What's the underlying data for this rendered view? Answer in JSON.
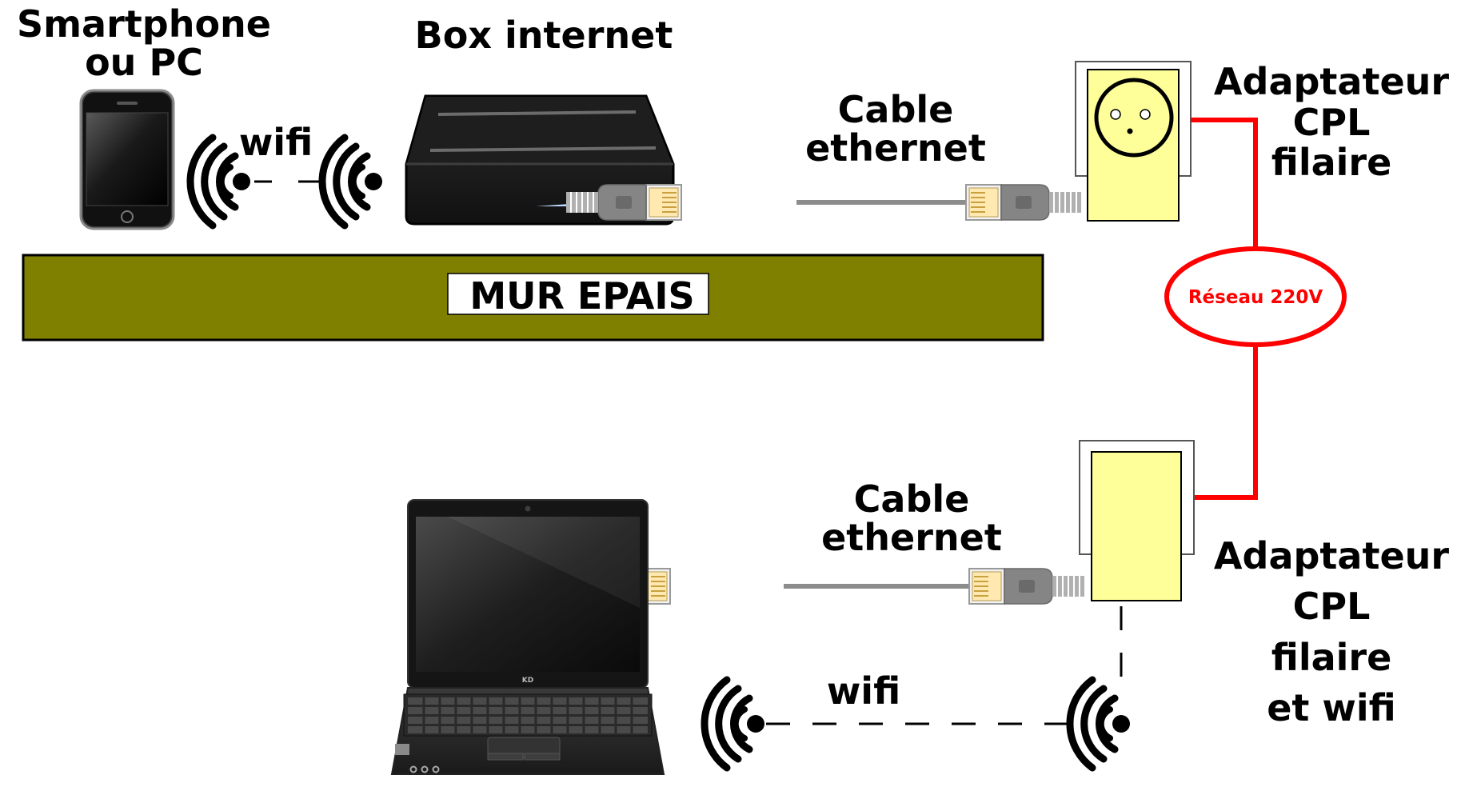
{
  "labels": {
    "device": [
      "Smartphone",
      "ou PC"
    ],
    "box": "Box internet",
    "wifi_top": "wifi",
    "cable_top": [
      "Cable",
      "ethernet"
    ],
    "adapter_top": [
      "Adaptateur",
      "CPL",
      "filaire"
    ],
    "wall": "MUR EPAIS",
    "network": "Réseau 220V",
    "cable_bottom": [
      "Cable",
      "ethernet"
    ],
    "adapter_bottom": [
      "Adaptateur",
      "CPL",
      "filaire",
      "et wifi"
    ],
    "wifi_bottom": "wifi",
    "laptop_brand": "KD"
  },
  "icons": [
    "smartphone-icon",
    "router-icon",
    "laptop-icon",
    "wifi-signal-icon",
    "rj45-connector-icon",
    "power-outlet-icon"
  ],
  "colors": {
    "wall": "#808000",
    "power_line": "#ff0000",
    "adapter": "#ffff99",
    "cable": "#8c8c8c",
    "connector": "#858585"
  }
}
